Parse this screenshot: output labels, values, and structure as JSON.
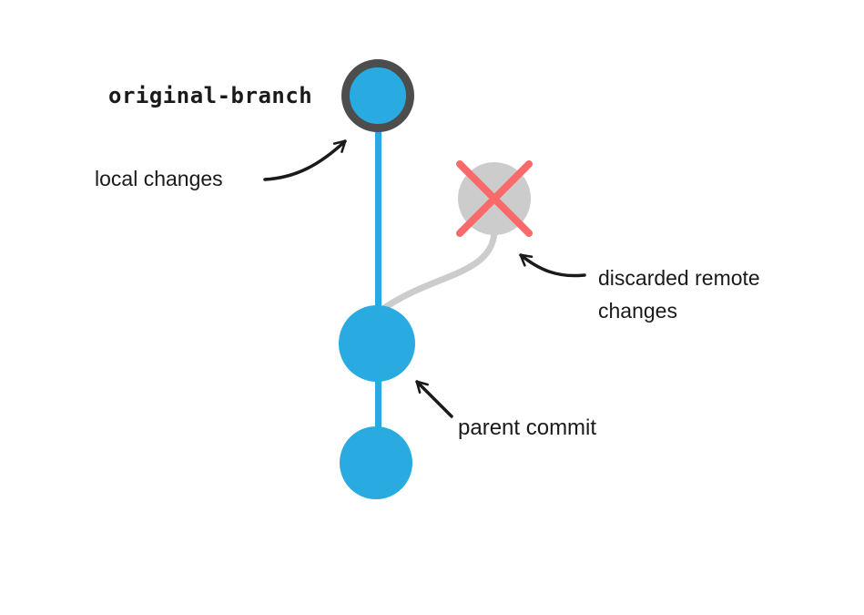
{
  "diagram": {
    "title_meaning": "git reset discards remote changes while keeping local branch history",
    "background": "#ffffff",
    "colors": {
      "commit_blue": "#29abe2",
      "head_ring_gray": "#4d4d4d",
      "discarded_gray": "#cccccc",
      "cross_red": "#f96b6b",
      "arrow_black": "#1a1a1a",
      "text": "#1a1a1a"
    },
    "labels": {
      "branch_name": "original-branch",
      "local_changes": "local changes",
      "discarded_remote_changes": "discarded remote changes",
      "parent_commit": "parent commit"
    },
    "nodes": [
      {
        "id": "head-commit",
        "description": "top commit with dark ring (branch head, local changes)",
        "fill": "#29abe2",
        "ring": "#4d4d4d"
      },
      {
        "id": "discarded-commit",
        "description": "gray commit crossed out with red X (discarded remote changes)",
        "fill": "#cccccc",
        "cross": "#f96b6b"
      },
      {
        "id": "parent-commit",
        "description": "middle commit on main line",
        "fill": "#29abe2"
      },
      {
        "id": "root-commit",
        "description": "bottom commit on main line",
        "fill": "#29abe2"
      }
    ],
    "edges": [
      {
        "id": "main-branch-line",
        "color": "#29abe2",
        "description": "vertical line linking head, parent and root commits"
      },
      {
        "id": "discarded-branch-curve",
        "color": "#cccccc",
        "description": "curved line from parent commit to discarded commit"
      }
    ]
  }
}
